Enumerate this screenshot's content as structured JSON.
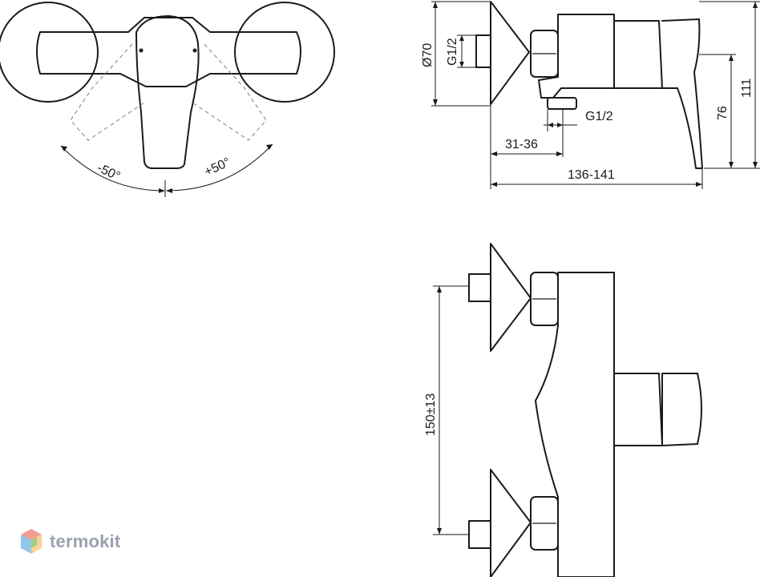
{
  "top_view": {
    "angle_left": "-50°",
    "angle_right": "+50°"
  },
  "side_view": {
    "dia_flange": "Ø70",
    "inlet_thread": "G1/2",
    "outlet_thread": "G1/2",
    "depth_inlet": "31-36",
    "total_depth": "136-141",
    "height_handle": "76",
    "height_total": "111"
  },
  "front_view": {
    "inlet_spacing": "150±13"
  },
  "logo": {
    "text": "termokit",
    "colors": [
      "#e74c3c",
      "#3498db",
      "#f1c40f",
      "#2ecc71"
    ]
  }
}
